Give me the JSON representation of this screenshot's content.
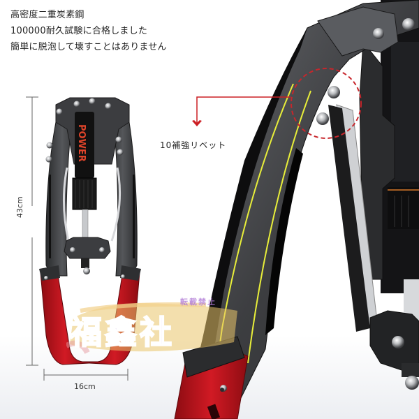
{
  "product": {
    "features": [
      "高密度二重炭素鋼",
      "100000耐久試験に合格しました",
      "簡単に脱泡して壊すことはありません"
    ],
    "callout": {
      "label": "10補強リベット",
      "arrow_color": "#cc1f24",
      "circle_color": "#c8262c"
    },
    "dimensions": {
      "height": "43cm",
      "width": "16cm"
    },
    "device_brand_text": "POWER",
    "colors": {
      "frame": "#3a3b3d",
      "grip": "#c0141e",
      "accent_yellow": "#e8ee3a",
      "cylinder": "#111111",
      "cylinder_text": "#e0442a"
    }
  },
  "watermark": {
    "sub_text": "転載禁止",
    "chars": [
      "福",
      "鑫",
      "社"
    ]
  }
}
